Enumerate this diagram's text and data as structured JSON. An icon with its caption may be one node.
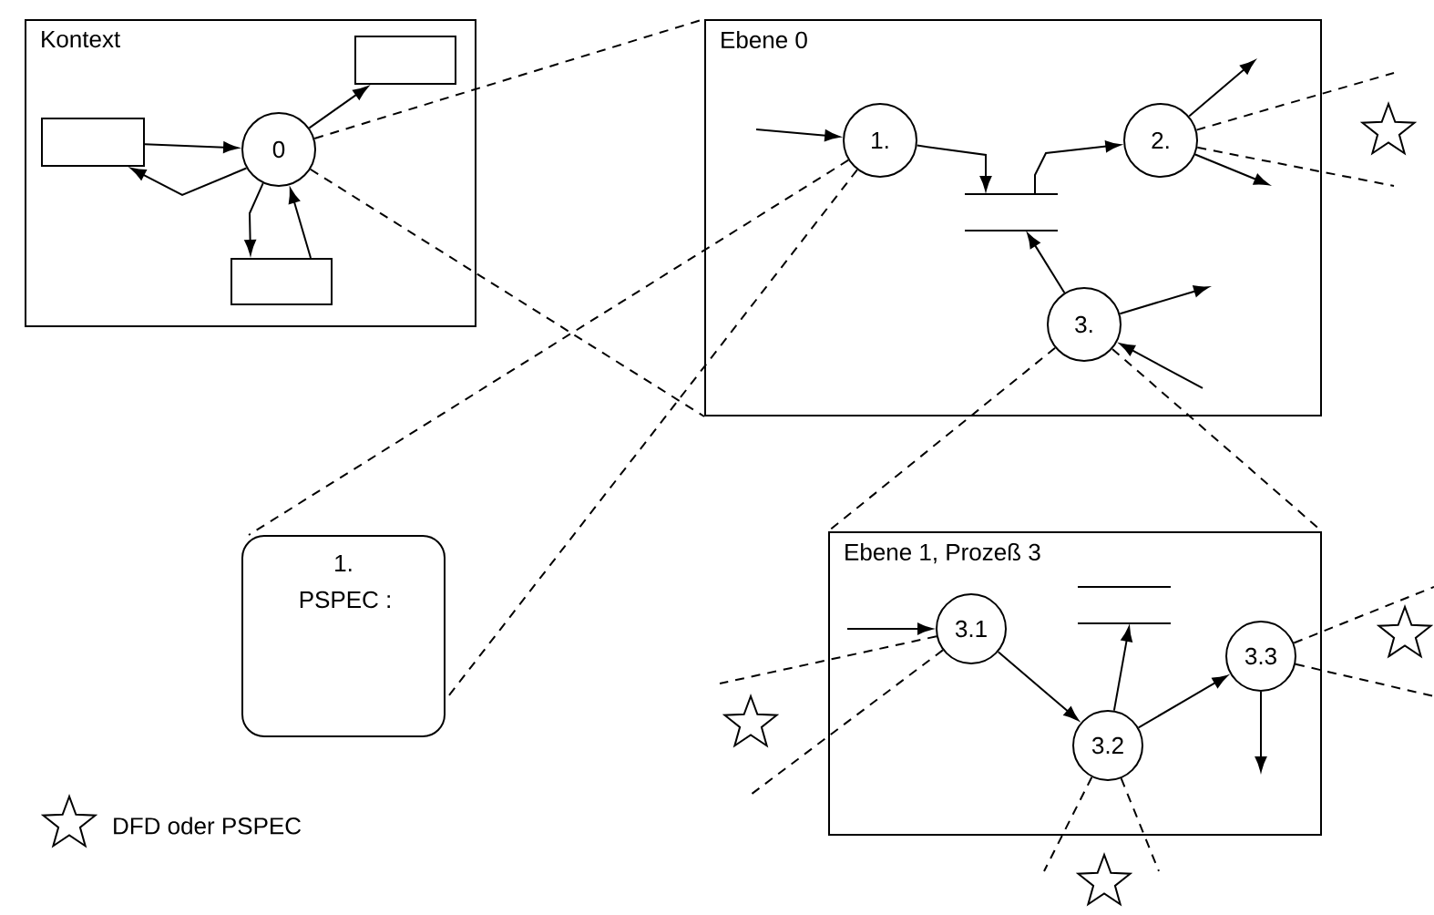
{
  "diagram": {
    "nodes": [
      {
        "text": [
          "Kontext"
        ]
      },
      {
        "text": [],
        "shape": "box",
        "in": 0
      },
      {
        "text": [],
        "shape": "box",
        "in": 0
      },
      {
        "text": [
          "0"
        ],
        "in": 0
      },
      {
        "text": [],
        "shape": "box",
        "in": 0
      },
      {
        "text": [
          "Ebene 0"
        ]
      },
      {
        "text": [
          "1."
        ],
        "in": 5
      },
      {
        "text": [
          "2."
        ],
        "in": 5
      },
      {
        "text": [
          "3."
        ],
        "in": 5
      },
      {
        "text": [],
        "shape": "store",
        "in": 5
      },
      {
        "text": [],
        "shape": "star"
      },
      {
        "text": [
          "1.",
          "PSPEC :"
        ]
      },
      {
        "text": [
          "Ebene 1, Prozeß 3"
        ]
      },
      {
        "text": [
          "3.1"
        ],
        "in": 12
      },
      {
        "text": [
          "3.2"
        ],
        "in": 12
      },
      {
        "text": [
          "3.3"
        ],
        "in": 12
      },
      {
        "text": [],
        "shape": "store",
        "in": 12
      },
      {
        "text": [],
        "shape": "star"
      },
      {
        "text": [],
        "shape": "star"
      },
      {
        "text": [],
        "shape": "star"
      }
    ],
    "edges": [
      {
        "from": 2,
        "to": 3,
        "arrow": "to"
      },
      {
        "from": 3,
        "to": 2,
        "arrow": "to"
      },
      {
        "from": 3,
        "to": 1,
        "arrow": "to"
      },
      {
        "from": 3,
        "to": 4,
        "arrow": "to"
      },
      {
        "from": 4,
        "to": 3,
        "arrow": "to"
      },
      {
        "from": null,
        "to": 6,
        "arrow": "to"
      },
      {
        "from": 6,
        "to": 9,
        "arrow": "to"
      },
      {
        "from": 9,
        "to": 7,
        "arrow": "to"
      },
      {
        "from": 7,
        "to": null,
        "arrow": "to"
      },
      {
        "from": 7,
        "to": null,
        "arrow": "to"
      },
      {
        "from": 8,
        "to": 9,
        "arrow": "to"
      },
      {
        "from": 8,
        "to": null,
        "arrow": "to"
      },
      {
        "from": null,
        "to": 8,
        "arrow": "to"
      },
      {
        "from": null,
        "to": 13,
        "arrow": "to"
      },
      {
        "from": 13,
        "to": 14,
        "arrow": "to"
      },
      {
        "from": 14,
        "to": 16,
        "arrow": "to"
      },
      {
        "from": 14,
        "to": 15,
        "arrow": "to"
      },
      {
        "from": 15,
        "to": null,
        "arrow": "to"
      },
      {
        "from": 3,
        "to": 5,
        "arrow": "none",
        "style": "dashed"
      },
      {
        "from": 3,
        "to": 5,
        "arrow": "none",
        "style": "dashed"
      },
      {
        "from": 6,
        "to": 11,
        "arrow": "none",
        "style": "dashed"
      },
      {
        "from": 6,
        "to": 11,
        "arrow": "none",
        "style": "dashed"
      },
      {
        "from": 7,
        "to": 10,
        "arrow": "none",
        "style": "dashed"
      },
      {
        "from": 7,
        "to": 10,
        "arrow": "none",
        "style": "dashed"
      },
      {
        "from": 8,
        "to": 12,
        "arrow": "none",
        "style": "dashed"
      },
      {
        "from": 8,
        "to": 12,
        "arrow": "none",
        "style": "dashed"
      },
      {
        "from": 13,
        "to": 17,
        "arrow": "none",
        "style": "dashed"
      },
      {
        "from": 13,
        "to": 17,
        "arrow": "none",
        "style": "dashed"
      },
      {
        "from": 15,
        "to": 18,
        "arrow": "none",
        "style": "dashed"
      },
      {
        "from": 15,
        "to": 18,
        "arrow": "none",
        "style": "dashed"
      },
      {
        "from": 14,
        "to": 19,
        "arrow": "none",
        "style": "dashed"
      },
      {
        "from": 14,
        "to": 19,
        "arrow": "none",
        "style": "dashed"
      }
    ],
    "legend": [
      {
        "text": "DFD oder PSPEC"
      }
    ]
  }
}
